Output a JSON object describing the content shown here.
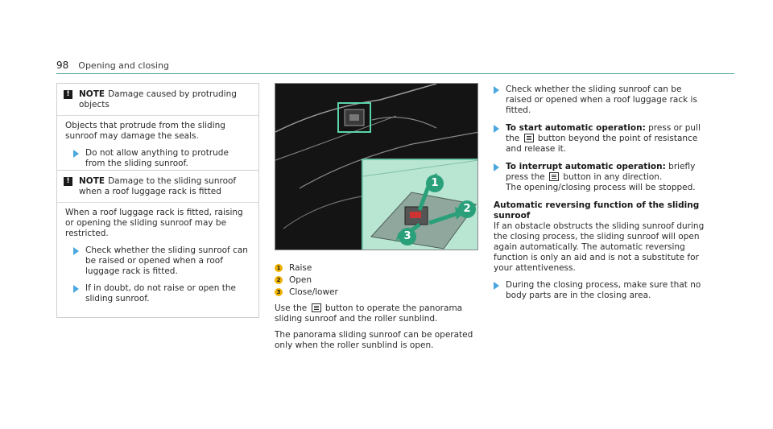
{
  "header": {
    "page_number": "98",
    "section_title": "Opening and closing"
  },
  "note1": {
    "label": "NOTE",
    "title": "Damage caused by protruding objects",
    "body": "Objects that protrude from the sliding sunroof may damage the seals.",
    "bullet": "Do not allow anything to protrude from the sliding sunroof."
  },
  "note2": {
    "label": "NOTE",
    "title": "Damage to the sliding sunroof when a roof luggage rack is fitted",
    "body": "When a roof luggage rack is fitted, raising or opening the sliding sunroof may be restricted.",
    "bullets": [
      "Check whether the sliding sunroof can be raised or opened when a roof luggage rack is fitted.",
      "If in doubt, do not raise or open the sliding sunroof."
    ]
  },
  "figure": {
    "callouts": [
      "1",
      "2",
      "3"
    ],
    "colors": {
      "background": "#141414",
      "inset": "#b9e6d2",
      "accent": "#2aa07a",
      "callout": "#f0b400"
    }
  },
  "legend": [
    {
      "num": "1",
      "label": "Raise"
    },
    {
      "num": "2",
      "label": "Open"
    },
    {
      "num": "3",
      "label": "Close/lower"
    }
  ],
  "middle": {
    "p1_before": "Use the",
    "p1_after": "button to operate the panorama sliding sunroof and the roller sunblind.",
    "p2": "The panorama sliding sunroof can be operated only when the roller sunblind is open."
  },
  "right": {
    "bullet1": "Check whether the sliding sunroof can be raised or opened when a roof luggage rack is fitted.",
    "bullet2_bold": "To start automatic operation:",
    "bullet2_a": "press or pull the",
    "bullet2_b": "button beyond the point of resistance and release it.",
    "bullet3_bold": "To interrupt automatic operation:",
    "bullet3_a": "briefly press the",
    "bullet3_b": "button in any direction.",
    "bullet3_c": "The opening/closing process will be stopped.",
    "heading": "Automatic reversing function of the sliding sunroof",
    "para": "If an obstacle obstructs the sliding sunroof during the closing process, the sliding sunroof will open again automatically. The automatic reversing function is only an aid and is not a substitute for your attentiveness.",
    "bullet4": "During the closing process, make sure that no body parts are in the closing area."
  },
  "colors": {
    "rule": "#5aa7a3",
    "arrow": "#4aa8e0"
  }
}
